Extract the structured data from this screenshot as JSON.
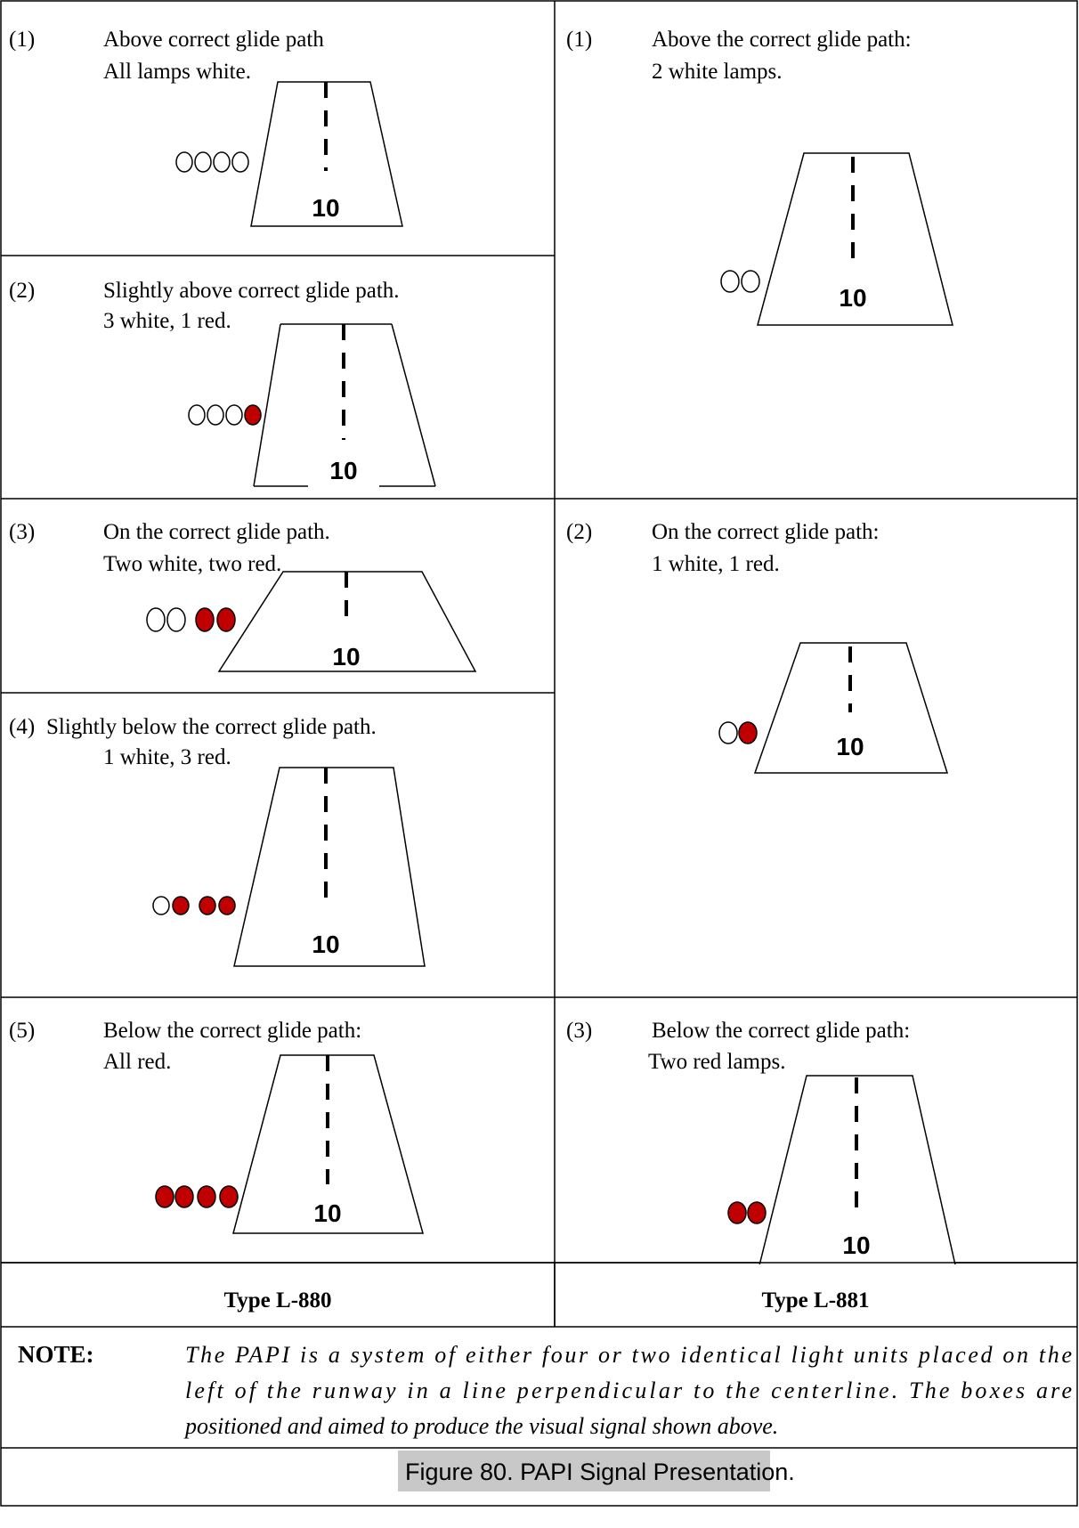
{
  "colors": {
    "lamp_white": "#ffffff",
    "lamp_red": "#c00000",
    "outline": "#000000",
    "title_highlight": "#c8c8c8"
  },
  "l880": {
    "panels": [
      {
        "num": "(1)",
        "line1": "Above correct glide path",
        "line2": "All lamps white.",
        "lamps": [
          "white",
          "white",
          "white",
          "white"
        ],
        "runway": "10"
      },
      {
        "num": "(2)",
        "line1": "Slightly above correct glide path.",
        "line2": "3 white, 1 red.",
        "lamps": [
          "white",
          "white",
          "white",
          "red"
        ],
        "runway": "10"
      },
      {
        "num": "(3)",
        "line1": "On the correct glide path.",
        "line2": "Two white, two red.",
        "lamps": [
          "white",
          "white",
          "red",
          "red"
        ],
        "runway": "10"
      },
      {
        "num": "(4)",
        "line1": "Slightly below the correct glide path.",
        "line2": "1 white, 3 red.",
        "lamps": [
          "white",
          "red",
          "red",
          "red"
        ],
        "runway": "10"
      },
      {
        "num": "(5)",
        "line1": "Below the correct glide path:",
        "line2": "All red.",
        "lamps": [
          "red",
          "red",
          "red",
          "red"
        ],
        "runway": "10"
      }
    ],
    "type_label": "Type L-880"
  },
  "l881": {
    "panels": [
      {
        "num": "(1)",
        "line1": "Above the correct glide path:",
        "line2": "2 white lamps.",
        "lamps": [
          "white",
          "white"
        ],
        "runway": "10"
      },
      {
        "num": "(2)",
        "line1": "On the correct glide path:",
        "line2": "1 white, 1 red.",
        "lamps": [
          "white",
          "red"
        ],
        "runway": "10"
      },
      {
        "num": "(3)",
        "line1": "Below the correct glide path:",
        "line2": "Two red lamps.",
        "lamps": [
          "red",
          "red"
        ],
        "runway": "10"
      }
    ],
    "type_label": "Type L-881"
  },
  "note": {
    "label": "NOTE:",
    "lines": [
      "The PAPI is a system of either four or two identical light units placed on the",
      "left of the runway in a line perpendicular to the centerline.  The boxes are",
      "positioned and aimed to produce the visual signal shown above."
    ]
  },
  "figure_title": "Figure 80.   PAPI Signal Presentation."
}
